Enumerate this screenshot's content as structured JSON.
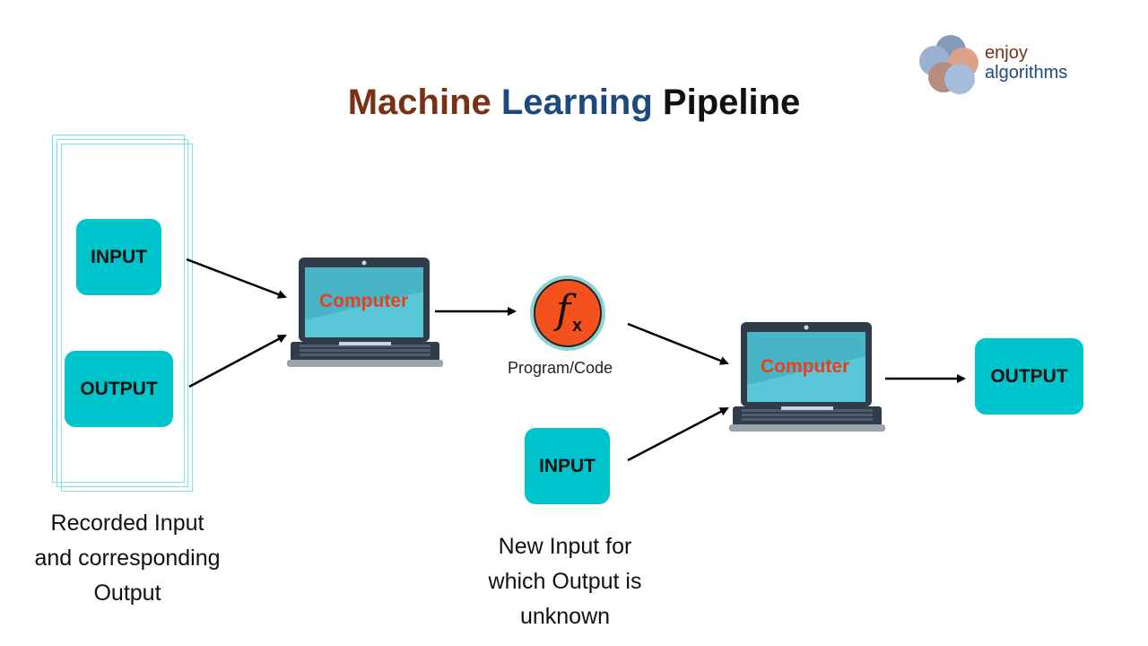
{
  "title": {
    "part1": "Machine",
    "part2": "Learning",
    "part3": "Pipeline"
  },
  "logo": {
    "line1": "enjoy",
    "line2": "algorithms"
  },
  "left_group": {
    "input_label": "INPUT",
    "output_label": "OUTPUT",
    "caption_lines": [
      "Recorded Input",
      "and corresponding",
      "Output"
    ]
  },
  "computer_1": {
    "label": "Computer"
  },
  "program": {
    "symbol": "f",
    "subscript": "x",
    "label": "Program/Code"
  },
  "new_input": {
    "input_label": "INPUT",
    "caption_lines": [
      "New Input for",
      "which Output is",
      "unknown"
    ]
  },
  "computer_2": {
    "label": "Computer"
  },
  "final_output": {
    "label": "OUTPUT"
  },
  "colors": {
    "teal": "#00c4cc",
    "brand_brown": "#7a3015",
    "brand_blue": "#1d4a7e",
    "computer_red": "#e8401c",
    "function_orange": "#f4511e"
  }
}
